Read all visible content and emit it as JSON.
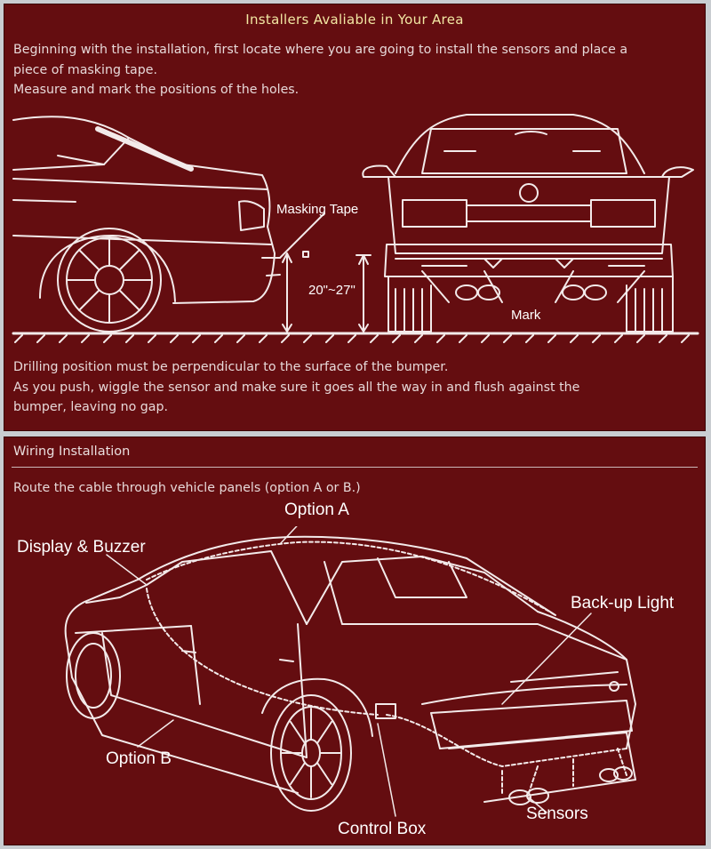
{
  "top_panel": {
    "title": "Installers Avaliable in Your Area",
    "intro_lines": [
      "Beginning with the installation, first locate where you are going to install the sensors and place a",
      "piece of masking tape.",
      "Measure and mark the positions of the holes."
    ],
    "labels": {
      "masking_tape": "Masking Tape",
      "height": "20\"~27\"",
      "mark": "Mark"
    },
    "bottom_lines": [
      "Drilling position must be perpendicular to the surface of the bumper.",
      "As you push, wiggle the sensor and make sure it goes all the way in and flush against the",
      "bumper, leaving no gap."
    ]
  },
  "bottom_panel": {
    "header": "Wiring Installation",
    "intro": "Route the cable through vehicle panels (option A or B.)",
    "labels": {
      "option_a": "Option A",
      "display_buzzer": "Display & Buzzer",
      "backup_light": "Back-up Light",
      "option_b": "Option B",
      "sensors": "Sensors",
      "control_box": "Control Box"
    }
  },
  "colors": {
    "panel_bg": "#640d10",
    "title": "#f2e7a3",
    "text": "#e7d9d9",
    "line_art": "#f3eaea"
  }
}
